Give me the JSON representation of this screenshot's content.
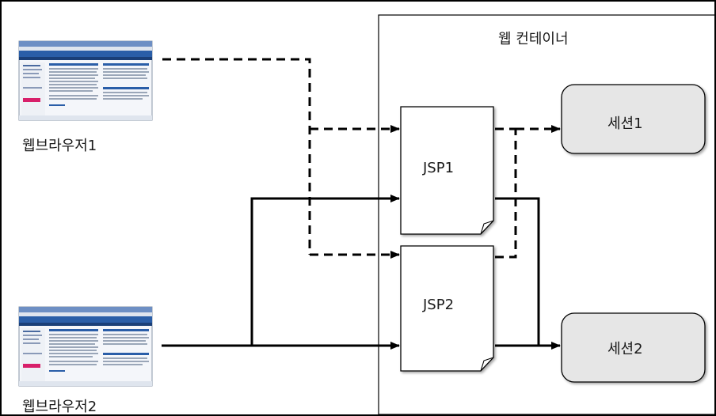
{
  "container": {
    "title": "웹 컨테이너"
  },
  "browsers": [
    {
      "label": "웹브라우저1"
    },
    {
      "label": "웹브라우저2"
    }
  ],
  "jsps": [
    {
      "label": "JSP1"
    },
    {
      "label": "JSP2"
    }
  ],
  "sessions": [
    {
      "label": "세션1"
    },
    {
      "label": "세션2"
    }
  ],
  "colors": {
    "line": "#000000",
    "session_fill": "#e6e6e6",
    "browser_titlebar": "#2a5ea8",
    "browser_accent": "#d8206a"
  }
}
